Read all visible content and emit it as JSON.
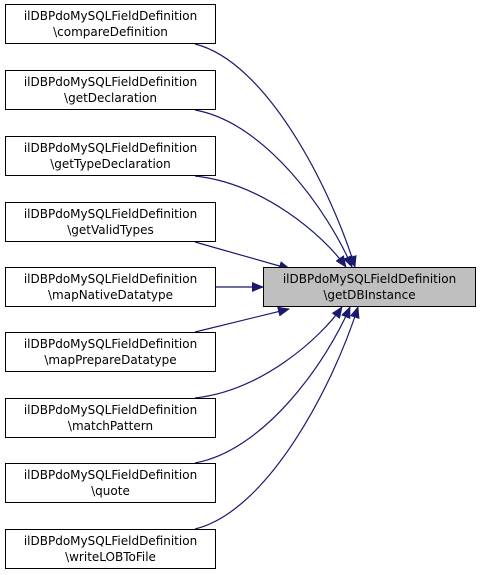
{
  "diagram": {
    "type": "caller-graph",
    "edge_color": "#191970",
    "target": {
      "line1": "ilDBPdoMySQLFieldDefinition",
      "line2": "\\getDBInstance",
      "fill": "#bfbfbf"
    },
    "callers": [
      {
        "line1": "ilDBPdoMySQLFieldDefinition",
        "line2": "\\compareDefinition"
      },
      {
        "line1": "ilDBPdoMySQLFieldDefinition",
        "line2": "\\getDeclaration"
      },
      {
        "line1": "ilDBPdoMySQLFieldDefinition",
        "line2": "\\getTypeDeclaration"
      },
      {
        "line1": "ilDBPdoMySQLFieldDefinition",
        "line2": "\\getValidTypes"
      },
      {
        "line1": "ilDBPdoMySQLFieldDefinition",
        "line2": "\\mapNativeDatatype"
      },
      {
        "line1": "ilDBPdoMySQLFieldDefinition",
        "line2": "\\mapPrepareDatatype"
      },
      {
        "line1": "ilDBPdoMySQLFieldDefinition",
        "line2": "\\matchPattern"
      },
      {
        "line1": "ilDBPdoMySQLFieldDefinition",
        "line2": "\\quote"
      },
      {
        "line1": "ilDBPdoMySQLFieldDefinition",
        "line2": "\\writeLOBToFile"
      }
    ]
  }
}
